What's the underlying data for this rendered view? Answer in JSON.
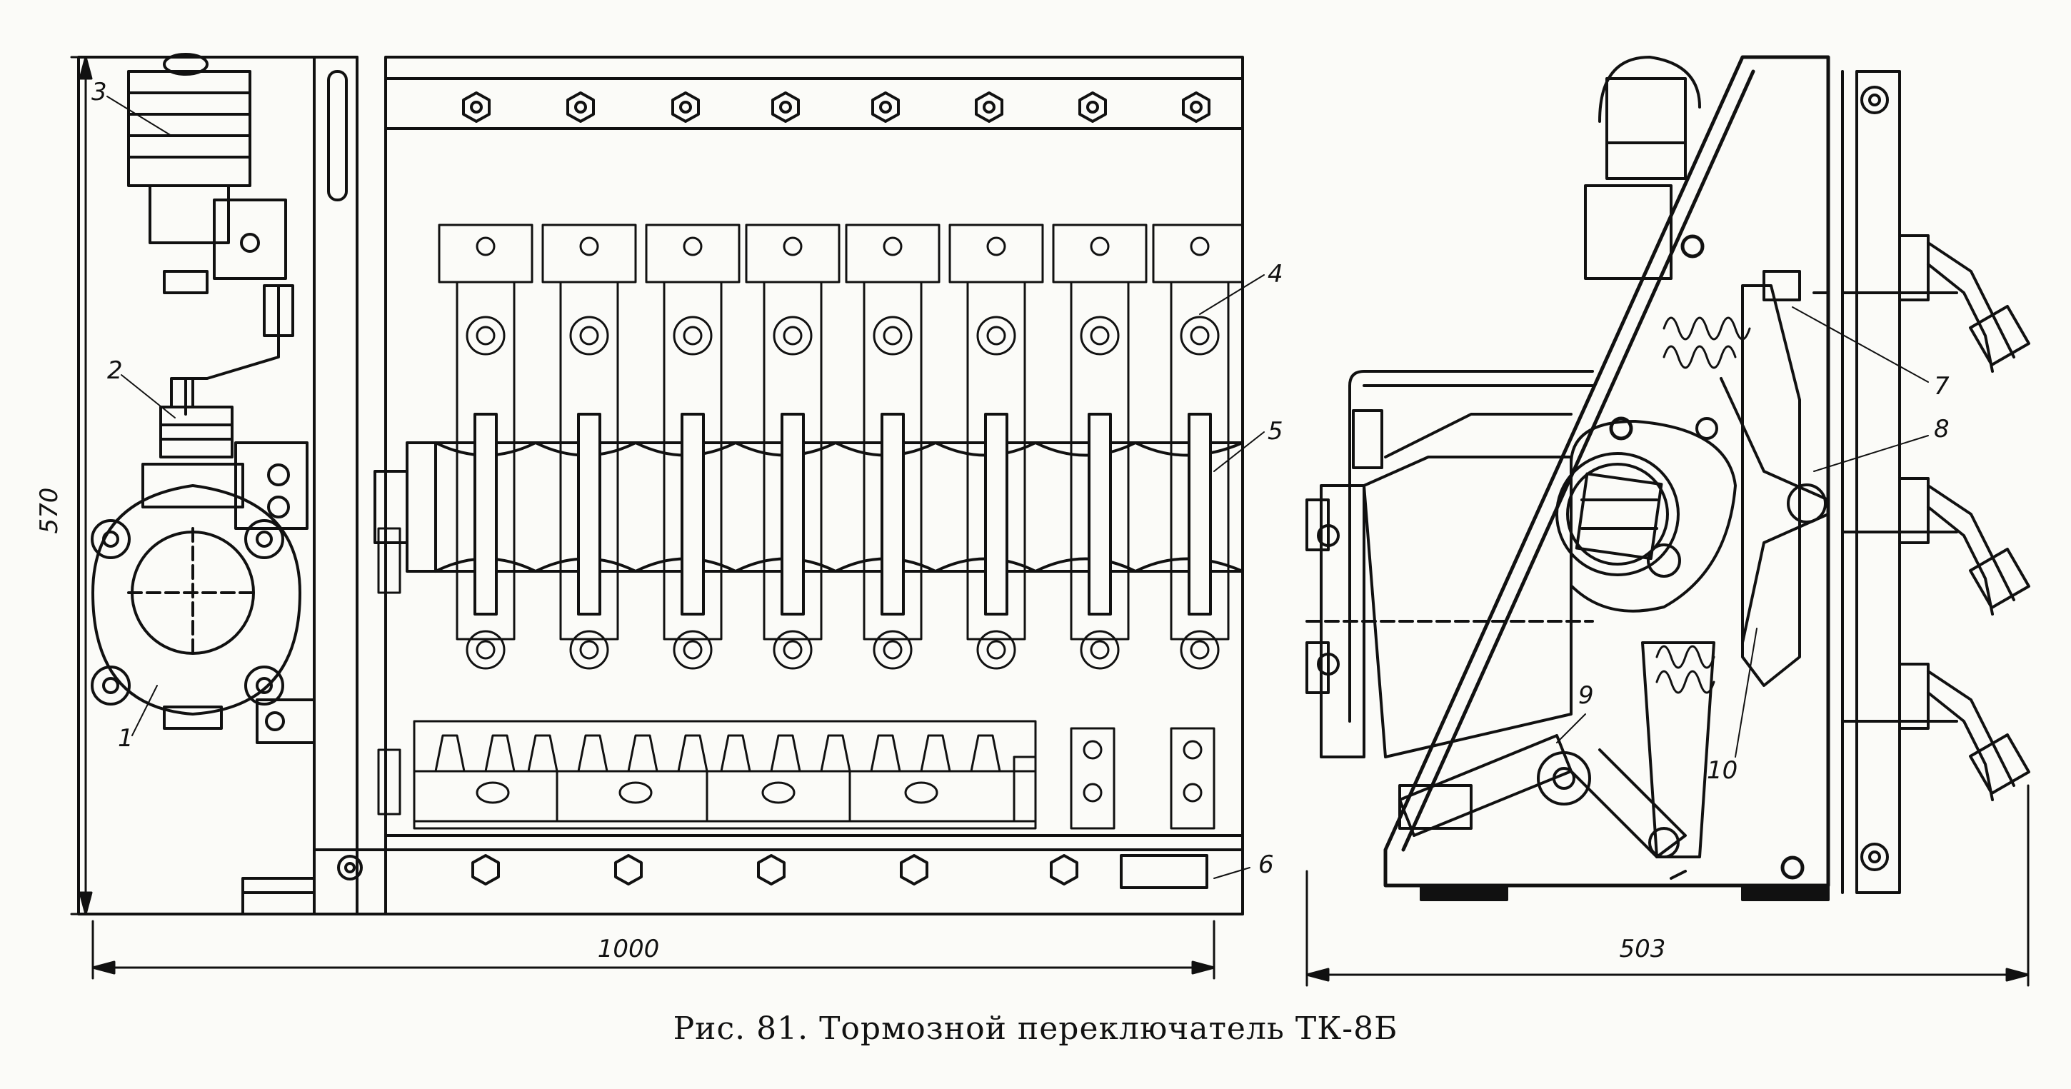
{
  "figure": {
    "caption": "Рис. 81. Тормозной переключатель ТК-8Б"
  },
  "dimensions": {
    "overall_height": "570",
    "front_width": "1000",
    "side_width": "503"
  },
  "callouts": [
    "1",
    "2",
    "3",
    "4",
    "5",
    "6",
    "7",
    "8",
    "9",
    "10"
  ],
  "colors": {
    "ink": "#111111",
    "paper": "#fbfbf8"
  }
}
